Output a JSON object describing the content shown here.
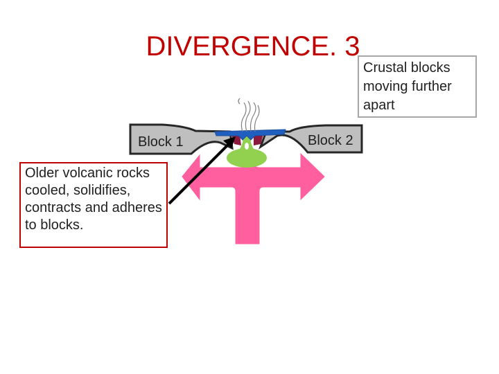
{
  "title": "DIVERGENCE. 3",
  "callout_text": "Crustal blocks moving further apart",
  "note_text": "Older volcanic rocks cooled, solidifies, contracts and adheres to blocks.",
  "block_1_label": "Block 1",
  "block_2_label": "Block 2",
  "colors": {
    "title": "#c00000",
    "note_border": "#c00000",
    "callout_border": "#a6a6a6",
    "block_fill": "#bfbfbf",
    "block_outline": "#262626",
    "arrow": "#ff5f9e",
    "magma_chamber": "#92d050",
    "lava_flow": "#1f5fbf",
    "older_rock": "#8b1a3c"
  },
  "icons": [
    "double-headed-arrow",
    "pointer-arrow",
    "steam-plume"
  ]
}
